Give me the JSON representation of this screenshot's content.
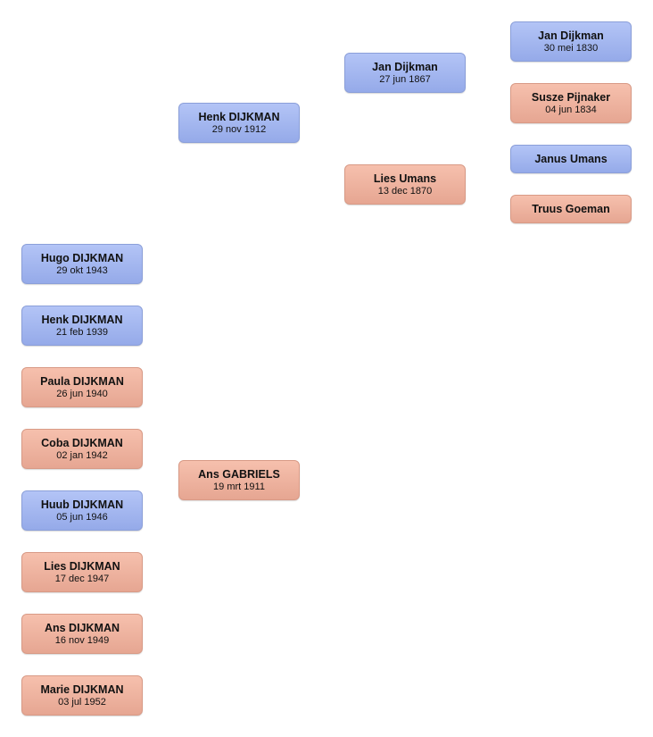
{
  "colors": {
    "male_box": "#a4b6ef",
    "female_box": "#eeb39f"
  },
  "great_grandparents": {
    "jan_dijkman_1830": {
      "name": "Jan Dijkman",
      "date": "30 mei 1830"
    },
    "susze_pijnaker": {
      "name": "Susze Pijnaker",
      "date": "04 jun 1834"
    },
    "janus_umans": {
      "name": "Janus Umans"
    },
    "truus_goeman": {
      "name": "Truus Goeman"
    }
  },
  "grandparents": {
    "jan_dijkman_1867": {
      "name": "Jan Dijkman",
      "date": "27 jun 1867"
    },
    "lies_umans": {
      "name": "Lies Umans",
      "date": "13 dec 1870"
    }
  },
  "parents": {
    "henk_dijkman_1912": {
      "name": "Henk DIJKMAN",
      "date": "29 nov 1912"
    },
    "ans_gabriels": {
      "name": "Ans GABRIELS",
      "date": "19 mrt 1911"
    }
  },
  "children": [
    {
      "name": "Hugo DIJKMAN",
      "date": "29 okt 1943",
      "sex": "male"
    },
    {
      "name": "Henk DIJKMAN",
      "date": "21 feb 1939",
      "sex": "male"
    },
    {
      "name": "Paula DIJKMAN",
      "date": "26 jun 1940",
      "sex": "female"
    },
    {
      "name": "Coba DIJKMAN",
      "date": "02 jan 1942",
      "sex": "female"
    },
    {
      "name": "Huub DIJKMAN",
      "date": "05 jun 1946",
      "sex": "male"
    },
    {
      "name": "Lies DIJKMAN",
      "date": "17 dec 1947",
      "sex": "female"
    },
    {
      "name": "Ans DIJKMAN",
      "date": "16 nov 1949",
      "sex": "female"
    },
    {
      "name": "Marie DIJKMAN",
      "date": "03 jul 1952",
      "sex": "female"
    }
  ]
}
